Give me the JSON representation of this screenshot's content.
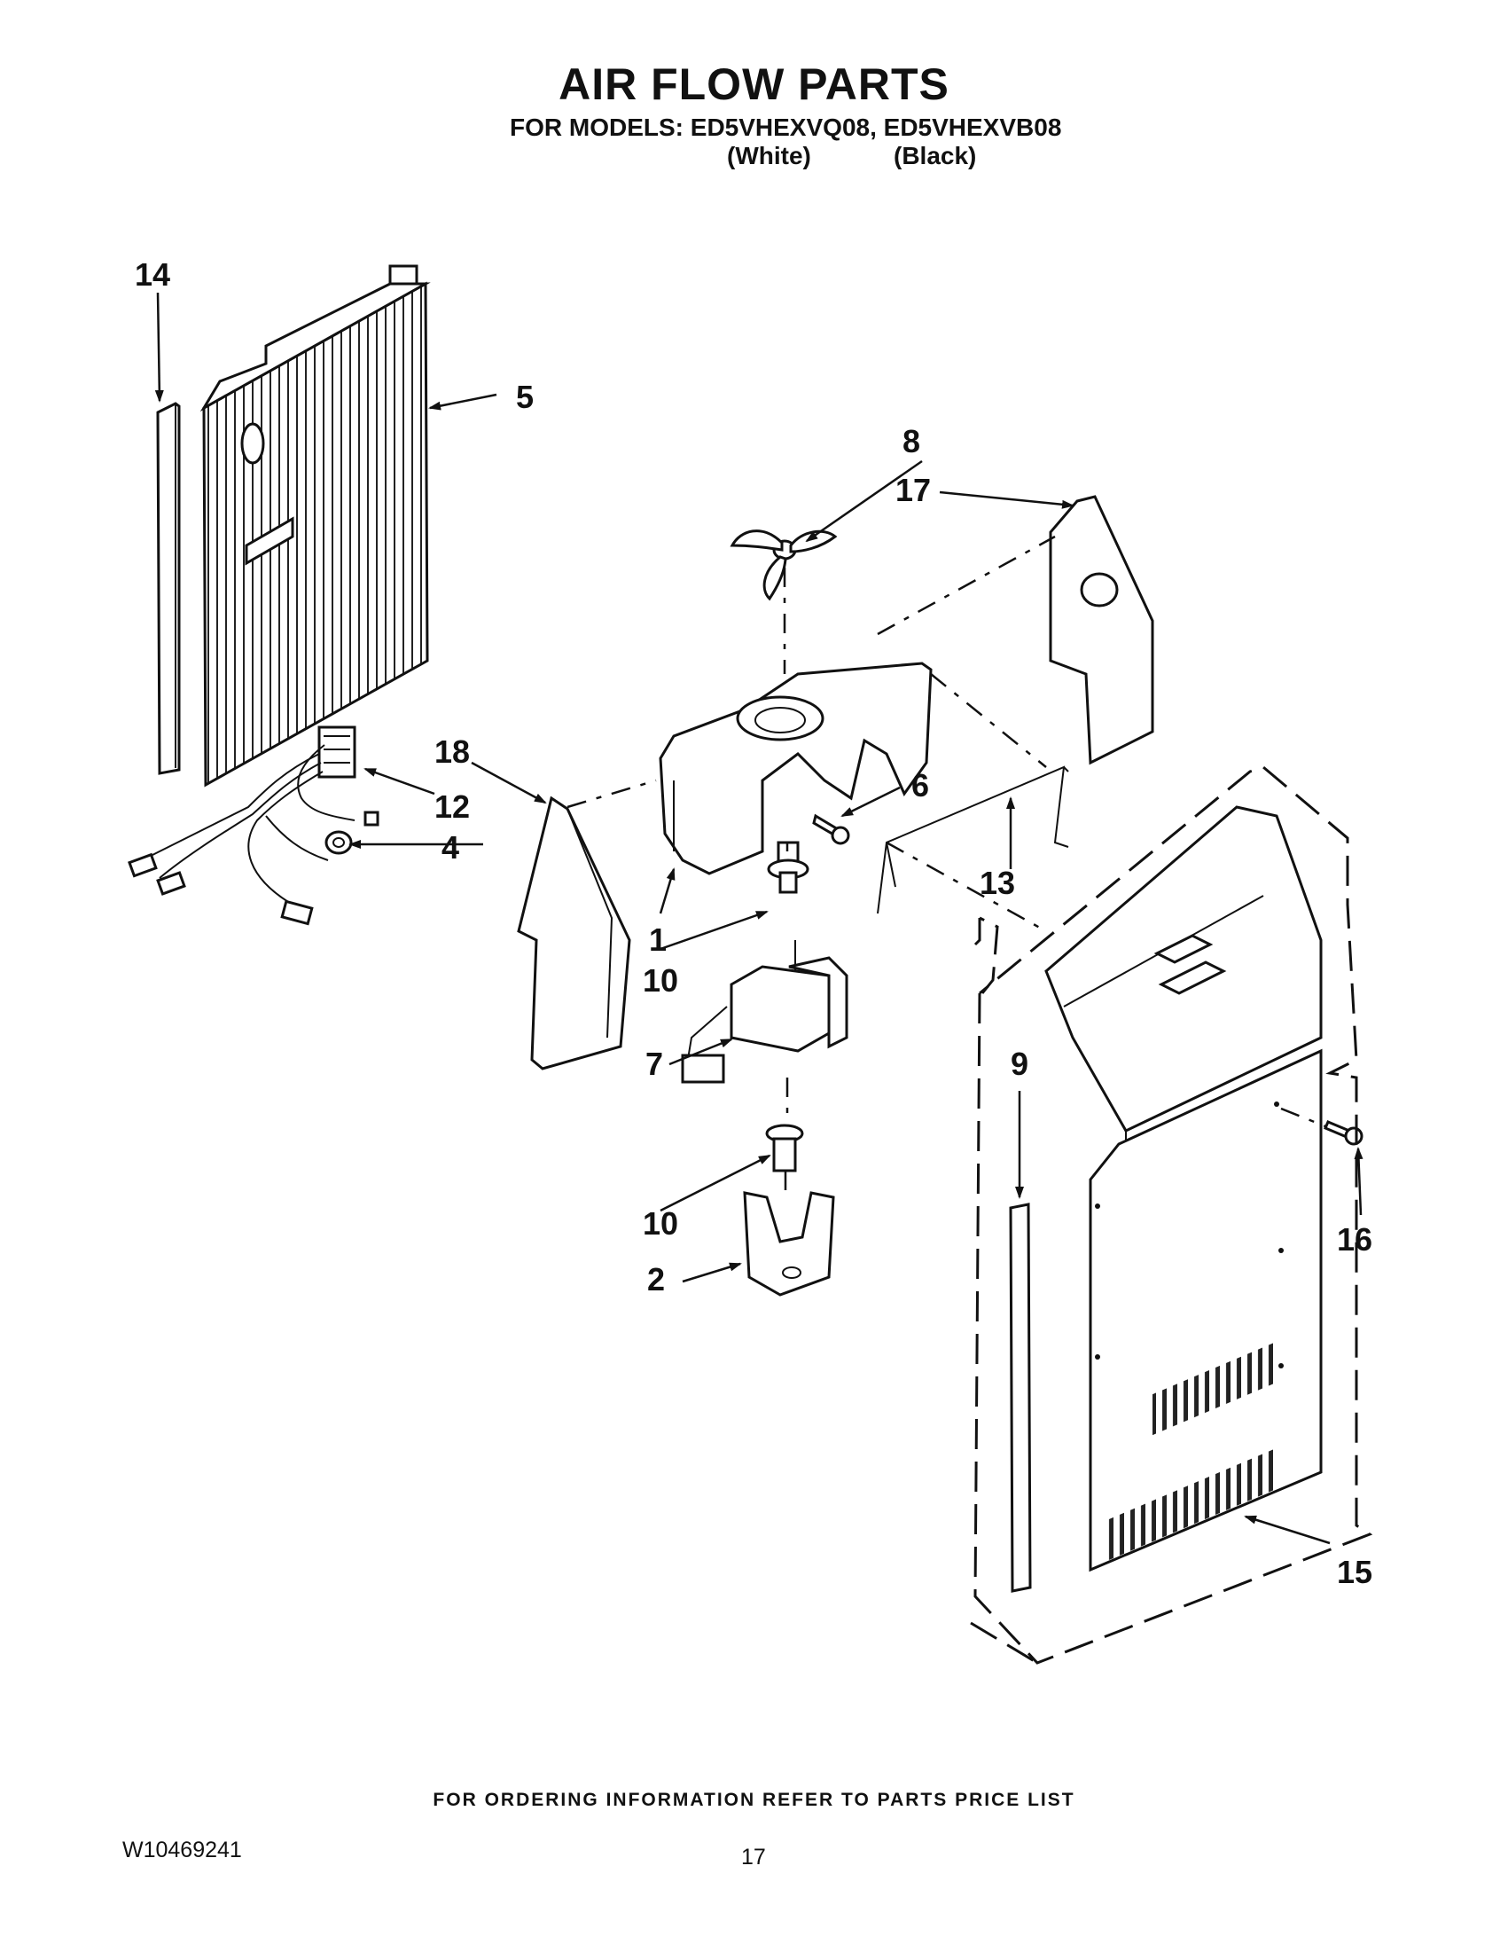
{
  "header": {
    "title": "AIR FLOW PARTS",
    "models_line": "FOR MODELS: ED5VHEXVQ08, ED5VHEXVB08",
    "variant_white": "(White)",
    "variant_black": "(Black)"
  },
  "callouts": {
    "c1": "1",
    "c2": "2",
    "c4": "4",
    "c5": "5",
    "c6": "6",
    "c7": "7",
    "c8": "8",
    "c9": "9",
    "c10a": "10",
    "c10b": "10",
    "c12": "12",
    "c13": "13",
    "c14": "14",
    "c15": "15",
    "c16": "16",
    "c17": "17",
    "c18": "18"
  },
  "footer": {
    "ordering_info": "FOR ORDERING INFORMATION REFER TO PARTS PRICE LIST",
    "document_number": "W10469241",
    "page_number": "17"
  }
}
